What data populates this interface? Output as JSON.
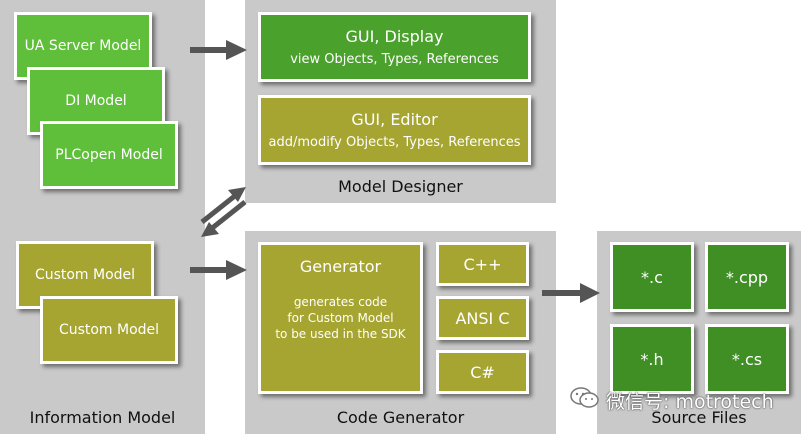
{
  "information_model": {
    "label": "Information Model",
    "boxes": [
      "UA Server Model",
      "DI Model",
      "PLCopen Model"
    ],
    "custom": [
      "Custom Model",
      "Custom Model"
    ]
  },
  "model_designer": {
    "label": "Model Designer",
    "display": {
      "title": "GUI, Display",
      "subtitle": "view Objects, Types, References"
    },
    "editor": {
      "title": "GUI, Editor",
      "subtitle": "add/modify Objects, Types, References"
    }
  },
  "code_generator": {
    "label": "Code Generator",
    "generator": {
      "title": "Generator",
      "lines": [
        "generates code",
        "for Custom Model",
        "to be used in the SDK"
      ]
    },
    "languages": [
      "C++",
      "ANSI C",
      "C#"
    ]
  },
  "source_files": {
    "label": "Source Files",
    "files": [
      "*.c",
      "*.cpp",
      "*.h",
      "*.cs"
    ]
  },
  "watermark": {
    "text": "微信号: motrotech",
    "icon": "wechat-icon"
  },
  "colors": {
    "panel": "#c9c9c9",
    "green_light": "#5fbf3a",
    "green_dark": "#3f8f25",
    "olive": "#a6a531",
    "arrow": "#555555"
  }
}
